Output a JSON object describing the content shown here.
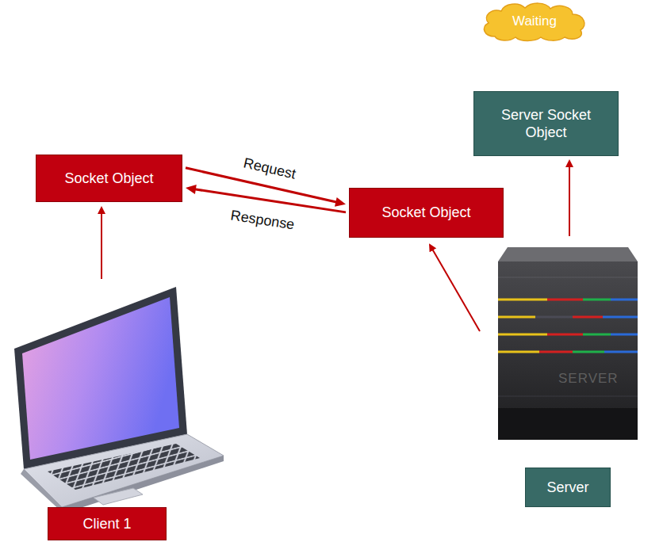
{
  "diagram": {
    "nodes": [
      {
        "text": [
          "Waiting"
        ]
      },
      {
        "text": [
          "Server Socket Object"
        ]
      },
      {
        "text": [
          "Socket Object"
        ]
      },
      {
        "text": [
          "Socket Object"
        ]
      },
      {
        "text": [
          "Server"
        ]
      },
      {
        "text": [
          "Client 1"
        ]
      }
    ],
    "edges": [
      {
        "from": 2,
        "to": 3,
        "arrow": "to",
        "label": "Request"
      },
      {
        "from": 3,
        "to": 2,
        "arrow": "to",
        "label": "Response"
      }
    ],
    "labels": [
      "SERVER"
    ]
  }
}
